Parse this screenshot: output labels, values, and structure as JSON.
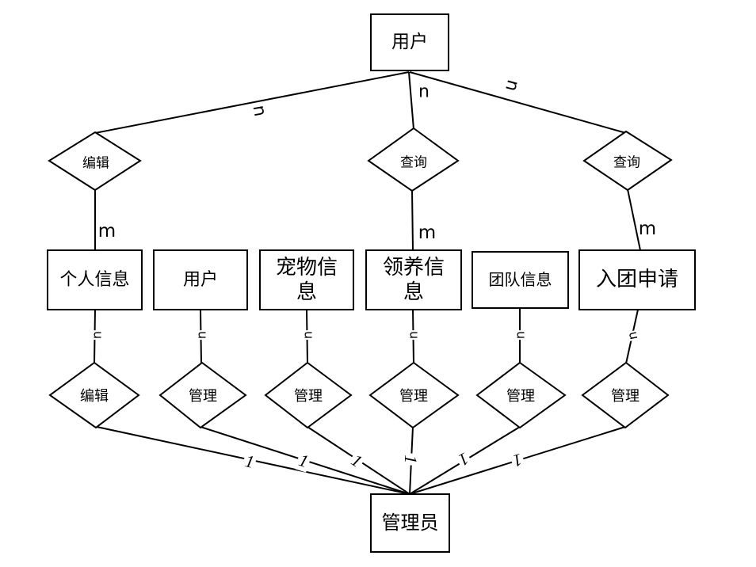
{
  "diagram": {
    "title": "pet-adoption-er-diagram",
    "colors": {
      "line": "#000000",
      "background": "#ffffff",
      "text": "#000000"
    },
    "entities": {
      "user_top": "用户",
      "personal_info": "个人信息",
      "user_mid": "用户",
      "pet_info": "宠物信息",
      "adoption_info": "领养信息",
      "team_info": "团队信息",
      "join_request": "入团申请",
      "admin": "管理员"
    },
    "relations": {
      "edit_top": "编辑",
      "query_mid": "查询",
      "query_right": "查询",
      "edit_bottom": "编辑",
      "manage1": "管理",
      "manage2": "管理",
      "manage3": "管理",
      "manage4": "管理",
      "manage5": "管理"
    },
    "cardinalities": {
      "n_top_left": "n",
      "n_top_mid": "n",
      "n_top_right": "n",
      "m_left": "m",
      "m_mid": "m",
      "m_right": "m",
      "n_low_1": "n",
      "n_low_2": "n",
      "n_low_3": "n",
      "n_low_4": "n",
      "n_low_5": "n",
      "n_low_6": "n",
      "one_1": "1",
      "one_2": "1",
      "one_3": "1",
      "one_4": "1",
      "one_5": "1",
      "one_6": "1"
    }
  }
}
